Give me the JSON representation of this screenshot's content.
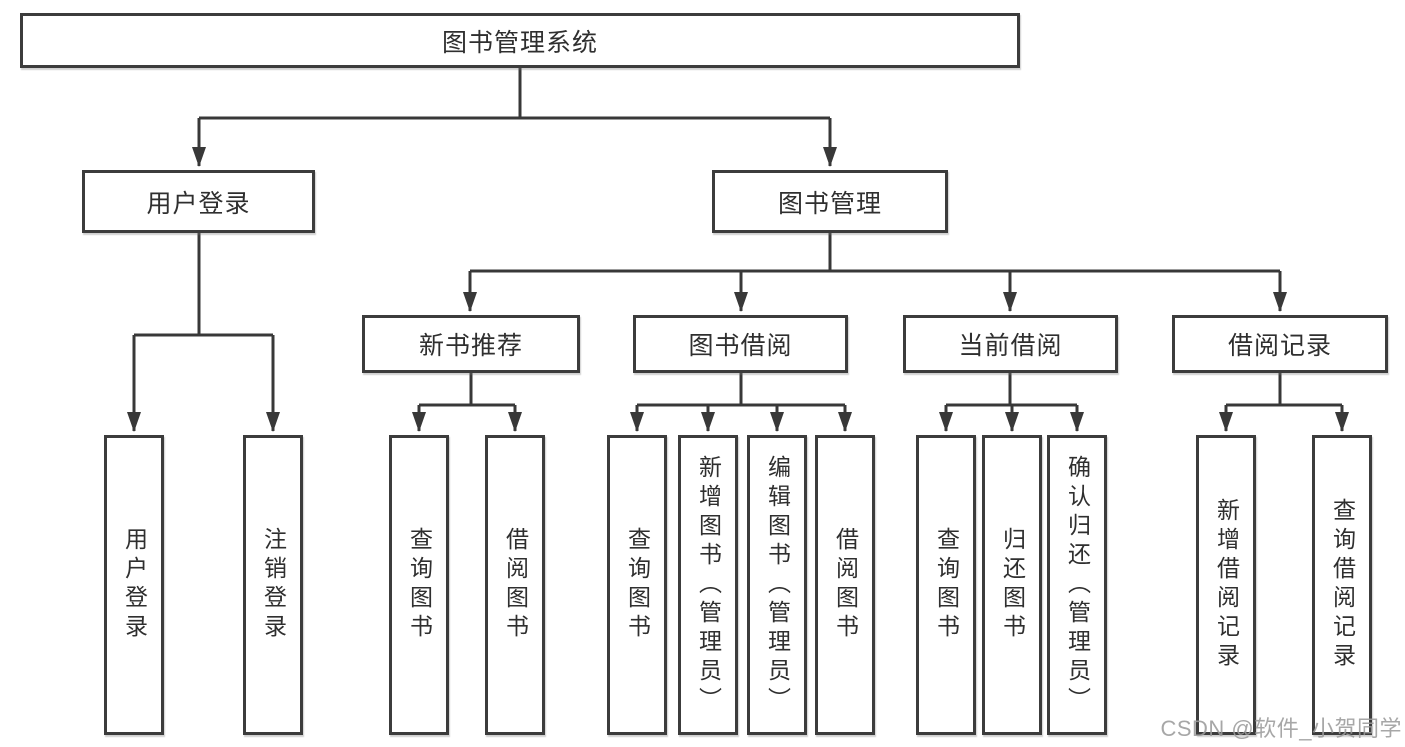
{
  "nodes": {
    "root": "图书管理系统",
    "user_login": "用户登录",
    "book_management": "图书管理",
    "new_book_recommend": "新书推荐",
    "book_borrow": "图书借阅",
    "current_borrow": "当前借阅",
    "borrow_record": "借阅记录",
    "leaf_user_login": "用户登录",
    "leaf_logout": "注销登录",
    "leaf_recommend_query_book": "查询图书",
    "leaf_recommend_borrow_book": "借阅图书",
    "leaf_borrow_query_book": "查询图书",
    "leaf_borrow_add_book_admin": "新增图书（管理员）",
    "leaf_borrow_edit_book_admin": "编辑图书（管理员）",
    "leaf_borrow_borrow_book": "借阅图书",
    "leaf_current_query_book": "查询图书",
    "leaf_current_return_book": "归还图书",
    "leaf_current_confirm_return_admin": "确认归还（管理员）",
    "leaf_record_add_record": "新增借阅记录",
    "leaf_record_query_record": "查询借阅记录"
  },
  "watermark": "CSDN @软件_小贺同学",
  "colors": {
    "line": "#383838",
    "border": "#3c3c3c",
    "text": "#2f2f2f",
    "watermark": "#9b9b9b",
    "background": "#ffffff"
  }
}
